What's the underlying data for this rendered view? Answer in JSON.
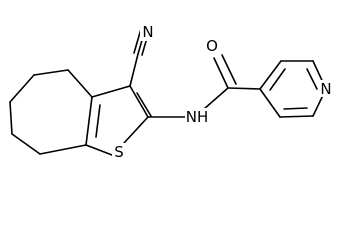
{
  "molecule": {
    "atoms": {
      "nitrile_n": "N",
      "carbonyl_o": "O",
      "pyridine_n": "N",
      "amide_nh": "NH",
      "thiophene_s": "S"
    }
  }
}
